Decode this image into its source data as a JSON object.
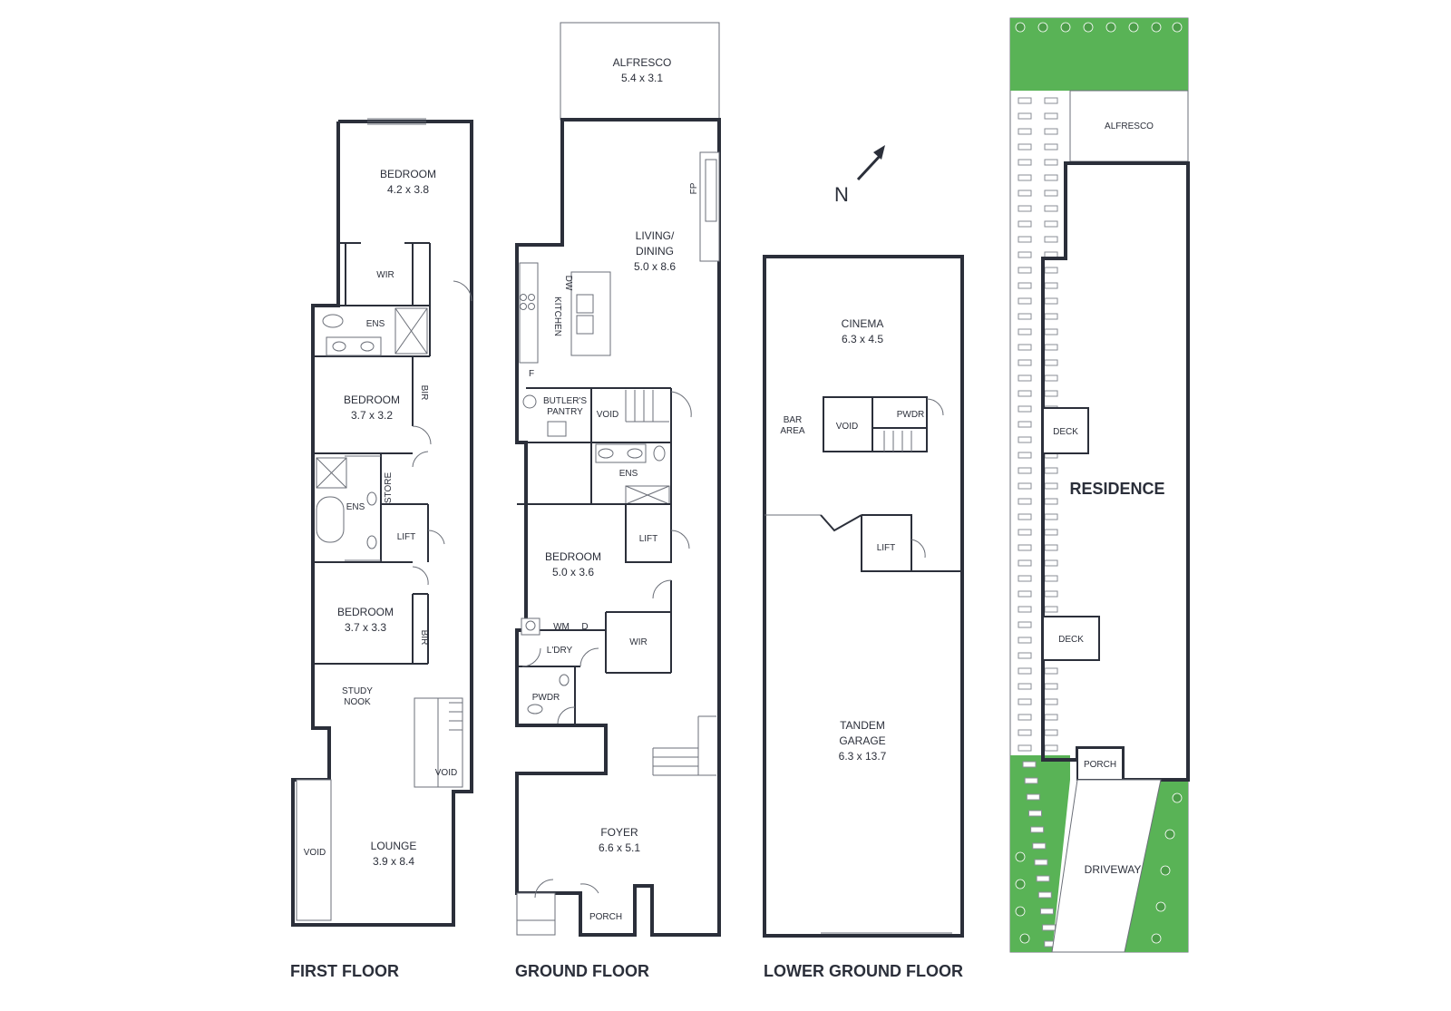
{
  "compass": {
    "label": "N"
  },
  "floors": [
    {
      "title": "FIRST FLOOR"
    },
    {
      "title": "GROUND FLOOR"
    },
    {
      "title": "LOWER GROUND FLOOR"
    }
  ],
  "first_floor": {
    "bedroom1": {
      "name": "BEDROOM",
      "dims": "4.2 x 3.8"
    },
    "wir": "WIR",
    "ens1": "ENS",
    "bedroom2": {
      "name": "BEDROOM",
      "dims": "3.7 x 3.2"
    },
    "bir1": "BIR",
    "ens2": "ENS",
    "store": "STORE",
    "lift": "LIFT",
    "bedroom3": {
      "name": "BEDROOM",
      "dims": "3.7 x 3.3"
    },
    "bir2": "BIR",
    "study": [
      "STUDY",
      "NOOK"
    ],
    "void1": "VOID",
    "void2": "VOID",
    "lounge": {
      "name": "LOUNGE",
      "dims": "3.9 x 8.4"
    }
  },
  "ground_floor": {
    "alfresco": {
      "name": "ALFRESCO",
      "dims": "5.4 x 3.1"
    },
    "living": {
      "name": [
        "LIVING/",
        "DINING"
      ],
      "dims": "5.0 x 8.6"
    },
    "fp": "FP",
    "kitchen": "KITCHEN",
    "dw": "DW",
    "fridge": "F",
    "butlers": [
      "BUTLER'S",
      "PANTRY"
    ],
    "void": "VOID",
    "ens": "ENS",
    "lift": "LIFT",
    "bedroom": {
      "name": "BEDROOM",
      "dims": "5.0 x 3.6"
    },
    "wm": "WM",
    "dryer": "D",
    "ldry": "L'DRY",
    "wir": "WIR",
    "pwdr": "PWDR",
    "foyer": {
      "name": "FOYER",
      "dims": "6.6 x 5.1"
    },
    "porch": "PORCH"
  },
  "lower_ground_floor": {
    "cinema": {
      "name": "CINEMA",
      "dims": "6.3 x 4.5"
    },
    "bar": [
      "BAR",
      "AREA"
    ],
    "void": "VOID",
    "pwdr": "PWDR",
    "lift": "LIFT",
    "garage": {
      "name": [
        "TANDEM",
        "GARAGE"
      ],
      "dims": "6.3 x 13.7"
    }
  },
  "site": {
    "alfresco": "ALFRESCO",
    "deck1": "DECK",
    "residence": "RESIDENCE",
    "deck2": "DECK",
    "porch": "PORCH",
    "driveway": "DRIVEWAY"
  },
  "colors": {
    "wall": "#2b2f3a",
    "grass": "#59b356",
    "line": "#6b6f78"
  }
}
